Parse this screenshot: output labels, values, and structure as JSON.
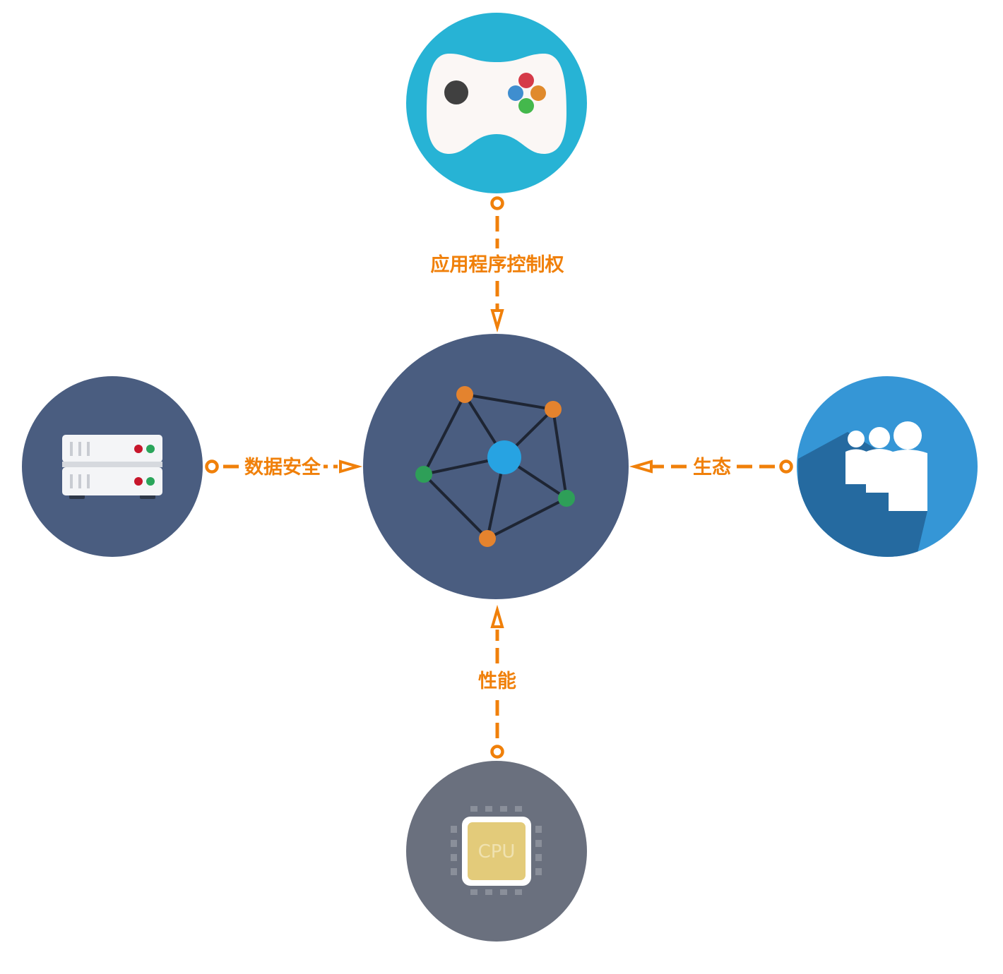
{
  "diagram": {
    "colors": {
      "connector": "#f0800a",
      "label": "#f0800a",
      "node_dark": "#4a5d80",
      "node_game": "#27b3d5",
      "node_social": "#3596d6",
      "node_social_shadow": "#256aa0",
      "node_cpu": "#6a707e",
      "chip": "#e3cb7a"
    },
    "nodes": {
      "center": {
        "icon": "network-icon"
      },
      "top": {
        "icon": "gamepad-icon"
      },
      "left": {
        "icon": "server-icon"
      },
      "right": {
        "icon": "users-icon"
      },
      "bottom": {
        "icon": "cpu-chip-icon",
        "chip_text": "CPU"
      }
    },
    "edges": {
      "top": {
        "label": "应用程序控制权"
      },
      "left": {
        "label": "数据安全"
      },
      "right": {
        "label": "生态"
      },
      "bottom": {
        "label": "性能"
      }
    }
  }
}
